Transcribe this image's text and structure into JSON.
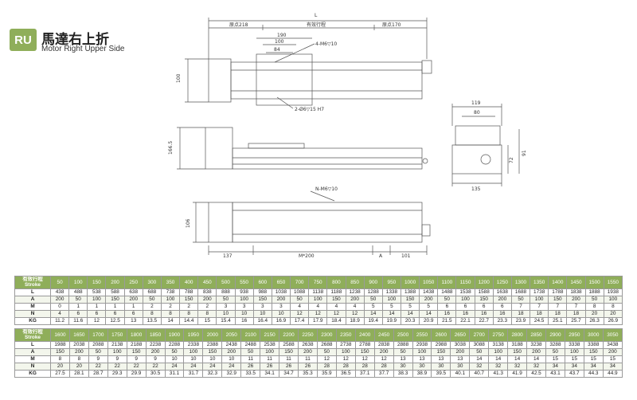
{
  "header": {
    "badge": "RU",
    "title_cn": "馬達右上折",
    "title_en": "Motor Right Upper Side"
  },
  "drawing_labels": {
    "L": "L",
    "origin_left": "原点218",
    "effective_stroke": "有效行程",
    "origin_right": "原点170",
    "d190": "190",
    "d100": "100",
    "d84": "84",
    "hole_top": "4-M6▽10",
    "hole_pin": "2-Ø6▽15 H7",
    "h100": "100",
    "h166": "166.5",
    "w119": "119",
    "w80": "80",
    "h72": "72",
    "h91": "91",
    "w135": "135",
    "bolt": "N-M6▽10",
    "h106": "106",
    "b137": "137",
    "b_m200": "M*200",
    "b_a": "A",
    "b101": "101"
  },
  "table1": {
    "header_label": [
      "有效行程",
      "Stroke"
    ],
    "strokes": [
      "50",
      "100",
      "150",
      "200",
      "250",
      "300",
      "350",
      "400",
      "450",
      "500",
      "550",
      "600",
      "650",
      "700",
      "750",
      "800",
      "850",
      "900",
      "950",
      "1000",
      "1050",
      "1100",
      "1150",
      "1200",
      "1250",
      "1300",
      "1350",
      "1400",
      "1450",
      "1500",
      "1550"
    ],
    "rows": [
      {
        "label": "L",
        "values": [
          "438",
          "488",
          "538",
          "588",
          "638",
          "688",
          "738",
          "788",
          "838",
          "888",
          "938",
          "988",
          "1038",
          "1088",
          "1138",
          "1188",
          "1238",
          "1288",
          "1338",
          "1388",
          "1438",
          "1488",
          "1538",
          "1588",
          "1638",
          "1688",
          "1738",
          "1788",
          "1838",
          "1888",
          "1938"
        ]
      },
      {
        "label": "A",
        "values": [
          "200",
          "50",
          "100",
          "150",
          "200",
          "50",
          "100",
          "150",
          "200",
          "50",
          "100",
          "150",
          "200",
          "50",
          "100",
          "150",
          "200",
          "50",
          "100",
          "150",
          "200",
          "50",
          "100",
          "150",
          "200",
          "50",
          "100",
          "150",
          "200",
          "50",
          "100"
        ]
      },
      {
        "label": "M",
        "values": [
          "0",
          "1",
          "1",
          "1",
          "1",
          "2",
          "2",
          "2",
          "2",
          "3",
          "3",
          "3",
          "3",
          "4",
          "4",
          "4",
          "4",
          "5",
          "5",
          "5",
          "5",
          "6",
          "6",
          "6",
          "6",
          "7",
          "7",
          "7",
          "7",
          "8",
          "8"
        ]
      },
      {
        "label": "N",
        "values": [
          "4",
          "6",
          "6",
          "6",
          "6",
          "8",
          "8",
          "8",
          "8",
          "10",
          "10",
          "10",
          "10",
          "12",
          "12",
          "12",
          "12",
          "14",
          "14",
          "14",
          "14",
          "16",
          "16",
          "16",
          "16",
          "18",
          "18",
          "18",
          "18",
          "20",
          "20"
        ]
      },
      {
        "label": "KG",
        "values": [
          "11.2",
          "11.6",
          "12",
          "12.5",
          "13",
          "13.5",
          "14",
          "14.4",
          "15",
          "15.4",
          "16",
          "16.4",
          "16.9",
          "17.4",
          "17.9",
          "18.4",
          "18.9",
          "19.4",
          "19.9",
          "20.3",
          "20.9",
          "21.5",
          "22.1",
          "22.7",
          "23.3",
          "23.9",
          "24.5",
          "25.1",
          "25.7",
          "26.3",
          "26.9"
        ]
      }
    ]
  },
  "table2": {
    "header_label": [
      "有效行程",
      "Stroke"
    ],
    "strokes": [
      "1600",
      "1650",
      "1700",
      "1750",
      "1800",
      "1850",
      "1900",
      "1950",
      "2000",
      "2050",
      "2100",
      "2150",
      "2200",
      "2250",
      "2300",
      "2350",
      "2400",
      "2450",
      "2500",
      "2550",
      "2600",
      "2650",
      "2700",
      "2750",
      "2800",
      "2850",
      "2900",
      "2950",
      "3000",
      "3050"
    ],
    "rows": [
      {
        "label": "L",
        "values": [
          "1988",
          "2038",
          "2088",
          "2138",
          "2188",
          "2238",
          "2288",
          "2338",
          "2388",
          "2438",
          "2488",
          "2538",
          "2588",
          "2638",
          "2688",
          "2738",
          "2788",
          "2838",
          "2888",
          "2938",
          "2988",
          "3038",
          "3088",
          "3138",
          "3188",
          "3238",
          "3288",
          "3338",
          "3388",
          "3438"
        ]
      },
      {
        "label": "A",
        "values": [
          "150",
          "200",
          "50",
          "100",
          "150",
          "200",
          "50",
          "100",
          "150",
          "200",
          "50",
          "100",
          "150",
          "200",
          "50",
          "100",
          "150",
          "200",
          "50",
          "100",
          "150",
          "200",
          "50",
          "100",
          "150",
          "200",
          "50",
          "100",
          "150",
          "200"
        ]
      },
      {
        "label": "M",
        "values": [
          "8",
          "8",
          "9",
          "9",
          "9",
          "9",
          "10",
          "10",
          "10",
          "10",
          "11",
          "11",
          "11",
          "11",
          "12",
          "12",
          "12",
          "12",
          "13",
          "13",
          "13",
          "13",
          "14",
          "14",
          "14",
          "14",
          "15",
          "15",
          "15",
          "15"
        ]
      },
      {
        "label": "N",
        "values": [
          "20",
          "20",
          "22",
          "22",
          "22",
          "22",
          "24",
          "24",
          "24",
          "24",
          "26",
          "26",
          "26",
          "26",
          "28",
          "28",
          "28",
          "28",
          "30",
          "30",
          "30",
          "30",
          "32",
          "32",
          "32",
          "32",
          "34",
          "34",
          "34",
          "34"
        ]
      },
      {
        "label": "KG",
        "values": [
          "27.5",
          "28.1",
          "28.7",
          "29.3",
          "29.9",
          "30.5",
          "31.1",
          "31.7",
          "32.3",
          "32.9",
          "33.5",
          "34.1",
          "34.7",
          "35.3",
          "35.9",
          "36.5",
          "37.1",
          "37.7",
          "38.3",
          "38.9",
          "39.5",
          "40.1",
          "40.7",
          "41.3",
          "41.9",
          "42.5",
          "43.1",
          "43.7",
          "44.3",
          "44.9"
        ]
      }
    ]
  }
}
